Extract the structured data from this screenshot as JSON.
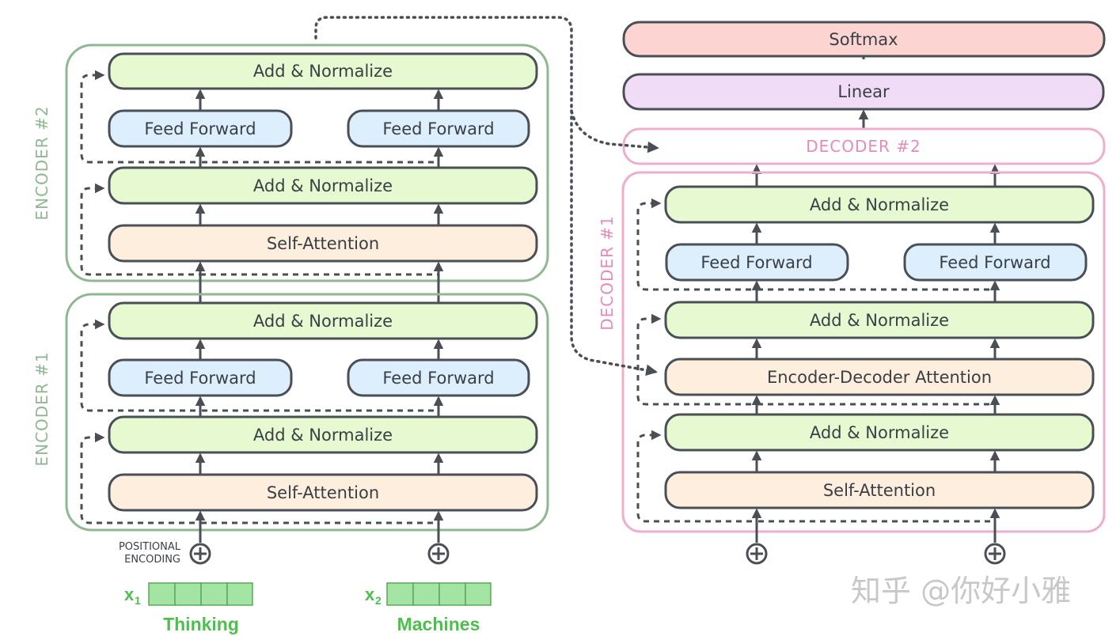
{
  "colors": {
    "encoder_border": "#8fb890",
    "decoder_border": "#eeaecf",
    "add_norm_fill": "#e6f9d0",
    "feed_forward_fill": "#ddeefc",
    "attention_fill": "#fdeede",
    "softmax_fill": "#fcd5d3",
    "linear_fill": "#f1dcf7",
    "block_stroke": "#4a4f56",
    "input_cell_fill": "#a3e4a3",
    "input_text": "#4cbf4c"
  },
  "encoder2": {
    "label": "ENCODER #2",
    "add_norm_top": "Add & Normalize",
    "feed_forward_left": "Feed Forward",
    "feed_forward_right": "Feed Forward",
    "add_norm_bottom": "Add & Normalize",
    "self_attention": "Self-Attention"
  },
  "encoder1": {
    "label": "ENCODER #1",
    "add_norm_top": "Add & Normalize",
    "feed_forward_left": "Feed Forward",
    "feed_forward_right": "Feed Forward",
    "add_norm_bottom": "Add & Normalize",
    "self_attention": "Self-Attention"
  },
  "positional_encoding": {
    "line1": "POSITIONAL",
    "line2": "ENCODING"
  },
  "inputs": [
    {
      "symbol": "x",
      "subscript": "1",
      "word": "Thinking"
    },
    {
      "symbol": "x",
      "subscript": "2",
      "word": "Machines"
    }
  ],
  "decoder_stack": {
    "softmax": "Softmax",
    "linear": "Linear",
    "decoder2_label": "DECODER #2"
  },
  "decoder1": {
    "label": "DECODER #1",
    "add_norm_top": "Add & Normalize",
    "feed_forward_left": "Feed Forward",
    "feed_forward_right": "Feed Forward",
    "add_norm_middle": "Add & Normalize",
    "enc_dec_attention": "Encoder-Decoder Attention",
    "add_norm_bottom": "Add & Normalize",
    "self_attention": "Self-Attention"
  },
  "watermark": "知乎 @你好小雅"
}
